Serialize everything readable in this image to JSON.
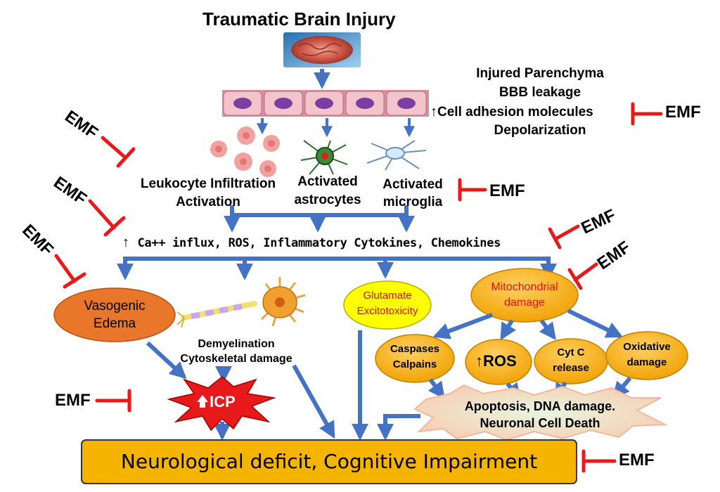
{
  "title": "Traumatic Brain Injury",
  "injury_list": [
    "Injured Parenchyma",
    "BBB leakage",
    "Cell adhesion molecules",
    "Depolarization"
  ],
  "cells": {
    "leukocyte": [
      "Leukocyte Infiltration",
      "Activation"
    ],
    "astrocytes": [
      "Activated",
      "astrocytes"
    ],
    "microglia": [
      "Activated",
      "microglia"
    ]
  },
  "mediators": "Ca++ influx, ROS, Inflammatory Cytokines, Chemokines",
  "edema": [
    "Vasogenic",
    "Edema"
  ],
  "demyelination": [
    "Demyelination",
    "Cytoskeletal damage"
  ],
  "glutamate": [
    "Glutamate",
    "Excitotoxicity"
  ],
  "mito": [
    "Mitochondrial",
    "damage"
  ],
  "icp": "ICP",
  "mito_children": {
    "caspases": [
      "Caspases",
      "Calpains"
    ],
    "ros": "ROS",
    "cytc": [
      "Cyt C",
      "release"
    ],
    "oxidative": [
      "Oxidative",
      "damage"
    ]
  },
  "apoptosis": [
    "Apoptosis, DNA damage.",
    "Neuronal Cell Death"
  ],
  "outcome": "Neurological deficit, Cognitive Impairment",
  "emf_label": "EMF",
  "colors": {
    "arrow": "#4472C4",
    "inhibitor": "#E8191A",
    "orange": "#F5A623",
    "edema": "#E8762B",
    "yellow": "#FFFF00",
    "outcome": "#F5B400",
    "mito_text": "#E81010"
  }
}
